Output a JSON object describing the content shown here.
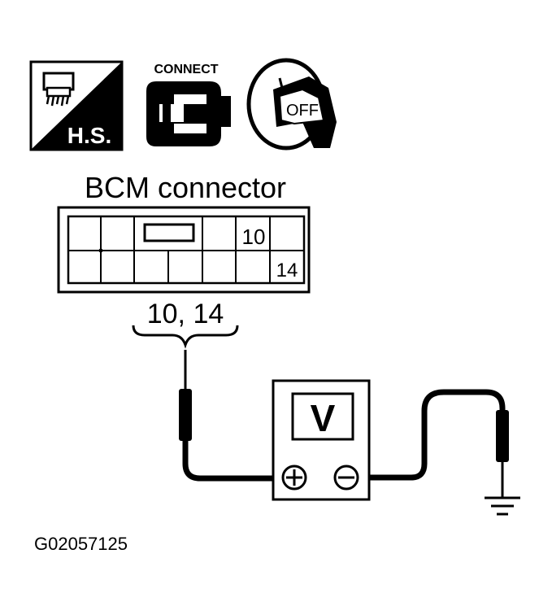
{
  "icons": {
    "hs_label": "H.S.",
    "connect_label": "CONNECT",
    "ignition_label": "OFF"
  },
  "connector": {
    "title": "BCM connector",
    "pin_upper": "10",
    "pin_lower": "14",
    "pins_caption": "10, 14"
  },
  "meter": {
    "label": "V"
  },
  "figure_id": "G02057125",
  "colors": {
    "ink": "#000000",
    "paper": "#ffffff"
  }
}
